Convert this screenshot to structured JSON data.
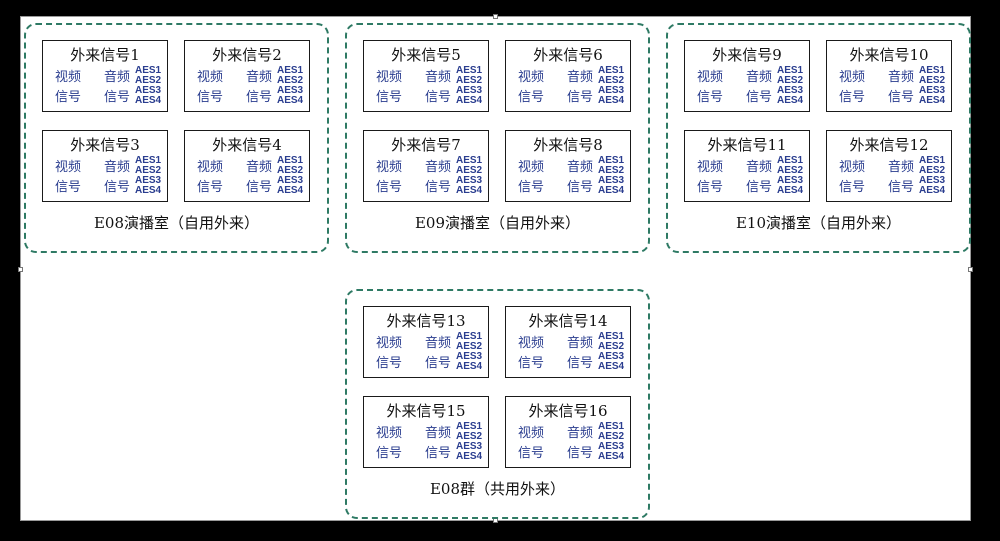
{
  "groups": [
    {
      "label": "E08演播室（自用外来）",
      "signals": [
        {
          "title": "外来信号1"
        },
        {
          "title": "外来信号2"
        },
        {
          "title": "外来信号3"
        },
        {
          "title": "外来信号4"
        }
      ]
    },
    {
      "label": "E09演播室（自用外来）",
      "signals": [
        {
          "title": "外来信号5"
        },
        {
          "title": "外来信号6"
        },
        {
          "title": "外来信号7"
        },
        {
          "title": "外来信号8"
        }
      ]
    },
    {
      "label": "E10演播室（自用外来）",
      "signals": [
        {
          "title": "外来信号9"
        },
        {
          "title": "外来信号10"
        },
        {
          "title": "外来信号11"
        },
        {
          "title": "外来信号12"
        }
      ]
    },
    {
      "label": "E08群（共用外来）",
      "signals": [
        {
          "title": "外来信号13"
        },
        {
          "title": "外来信号14"
        },
        {
          "title": "外来信号15"
        },
        {
          "title": "外来信号16"
        }
      ]
    }
  ],
  "labels": {
    "video_line1": "视频",
    "video_line2": "信号",
    "audio_line1": "音频",
    "audio_line2": "信号",
    "aes": [
      "AES1",
      "AES2",
      "AES3",
      "AES4"
    ]
  },
  "colors": {
    "group_border": "#2e7a64",
    "signal_text": "#2a3d8f",
    "box_border": "#1a1a1a"
  }
}
